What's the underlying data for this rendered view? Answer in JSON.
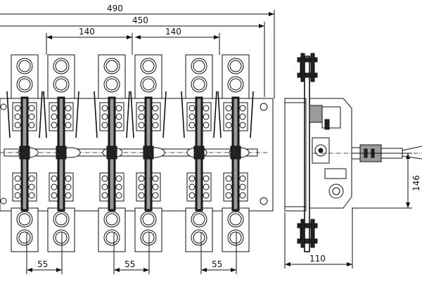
{
  "dimensions": {
    "overall_width": "490",
    "base_width": "450",
    "pole_spacing_left": "140",
    "pole_spacing_right": "140",
    "contact_width_1": "55",
    "contact_width_2": "55",
    "contact_width_3": "55",
    "side_depth": "110",
    "side_height": "146"
  },
  "pole_count": 3,
  "colors": {
    "ink": "#111111",
    "shade": "#9a9a9a",
    "background": "#ffffff"
  }
}
